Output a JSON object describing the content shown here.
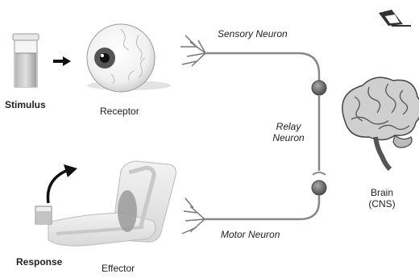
{
  "labels": {
    "stimulus": "Stimulus",
    "receptor": "Receptor",
    "sensory_neuron": "Sensory Neuron",
    "relay_neuron_line1": "Relay",
    "relay_neuron_line2": "Neuron",
    "brain_line1": "Brain",
    "brain_line2": "(CNS)",
    "motor_neuron": "Motor Neuron",
    "response": "Response",
    "effector": "Effector"
  },
  "icons": {
    "stimulus": "test-tube-icon",
    "receptor": "eye-icon",
    "brain": "brain-icon",
    "effector": "arm-icon",
    "logo": "logo-icon"
  }
}
